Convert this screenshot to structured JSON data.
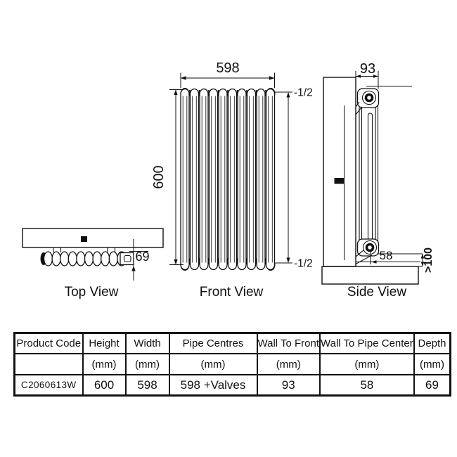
{
  "diagram": {
    "front_view": {
      "label": "Front View",
      "width": "598",
      "height": "600",
      "tapping_top": "-1/2",
      "tapping_bottom": "-1/2"
    },
    "top_view": {
      "label": "Top View",
      "depth": "69"
    },
    "side_view": {
      "label": "Side View",
      "wall_to_front": "93",
      "wall_to_pipe_center": "58",
      "min_floor_clearance": ">100"
    }
  },
  "table": {
    "columns": [
      {
        "header": "Product Code",
        "unit": ""
      },
      {
        "header": "Height",
        "unit": "(mm)"
      },
      {
        "header": "Width",
        "unit": "(mm)"
      },
      {
        "header": "Pipe Centres",
        "unit": "(mm)"
      },
      {
        "header": "Wall To Front",
        "unit": "(mm)"
      },
      {
        "header": "Wall To Pipe Center",
        "unit": "(mm)"
      },
      {
        "header": "Depth",
        "unit": "(mm)"
      }
    ],
    "rows": [
      {
        "product_code": "C2060613W",
        "height": "600",
        "width": "598",
        "pipe_centres": "598 +Valves",
        "wall_to_front": "93",
        "wall_to_pipe_center": "58",
        "depth": "69"
      }
    ]
  },
  "colors": {
    "line": "#111111",
    "background": "#ffffff"
  }
}
